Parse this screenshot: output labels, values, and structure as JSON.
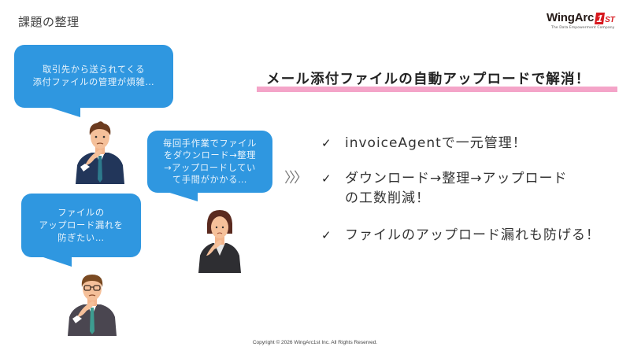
{
  "slide": {
    "title": "課題の整理"
  },
  "logo": {
    "name_main": "WingArc",
    "name_one": "1",
    "name_st": "ST",
    "tagline": "The Data Empowerment Company"
  },
  "bubbles": [
    {
      "lines": [
        "取引先から送られてくる",
        "添付ファイルの管理が煩雑…"
      ]
    },
    {
      "lines": [
        "毎回手作業でファイル",
        "をダウンロード→整理",
        "→アップロードしてい",
        "て手間がかかる…"
      ]
    },
    {
      "lines": [
        "ファイルの",
        "アップロード漏れを",
        "防ぎたい…"
      ]
    }
  ],
  "solution": {
    "headline": "メール添付ファイルの自動アップロードで解消！",
    "arrow_glyph": "〉〉〉",
    "check_glyph": "✓",
    "points": [
      {
        "lines": [
          "invoiceAgentで一元管理！"
        ]
      },
      {
        "lines": [
          "ダウンロード→整理→アップロード",
          "の工数削減！"
        ]
      },
      {
        "lines": [
          "ファイルのアップロード漏れも防げる！"
        ]
      }
    ]
  },
  "colors": {
    "bubble": "#2f97e0",
    "highlight_bar": "#f4a4c8",
    "brand_red": "#d7191f"
  },
  "footer": {
    "copyright": "Copyright © 2026 WingArc1st Inc.  All Rights Reserved."
  }
}
